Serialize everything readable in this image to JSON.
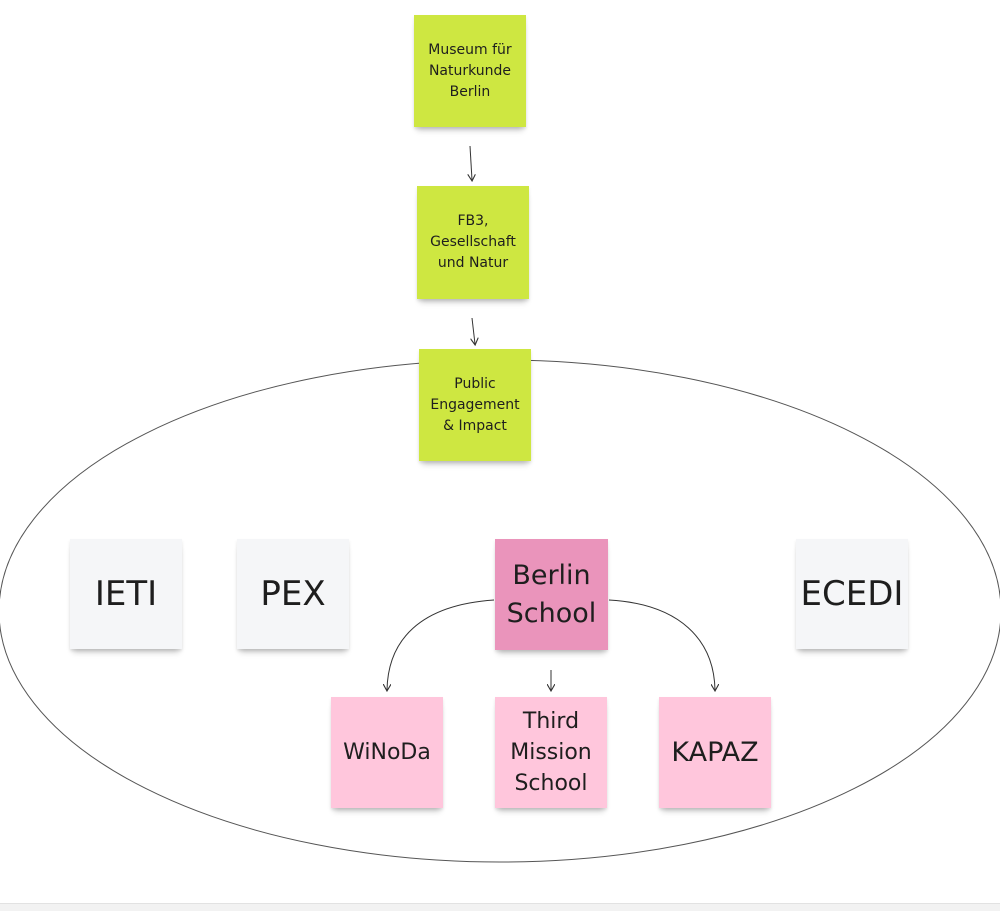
{
  "board": {
    "colors": {
      "green": "#cee741",
      "gray": "#f5f6f8",
      "magenta": "#ea94bb",
      "pink": "#ffc6dc",
      "line": "#333333"
    },
    "notes": {
      "museum": "Museum für\nNaturkunde\nBerlin",
      "fb3": "FB3,\nGesellschaft\nund Natur",
      "public": "Public\nEngagement\n& Impact",
      "ieti": "IETI",
      "pex": "PEX",
      "berlin_school": "Berlin\nSchool",
      "ecedi": "ECEDI",
      "winoda": "WiNoDa",
      "third_mission": "Third\nMission\nSchool",
      "kapaz": "KAPAZ"
    }
  }
}
